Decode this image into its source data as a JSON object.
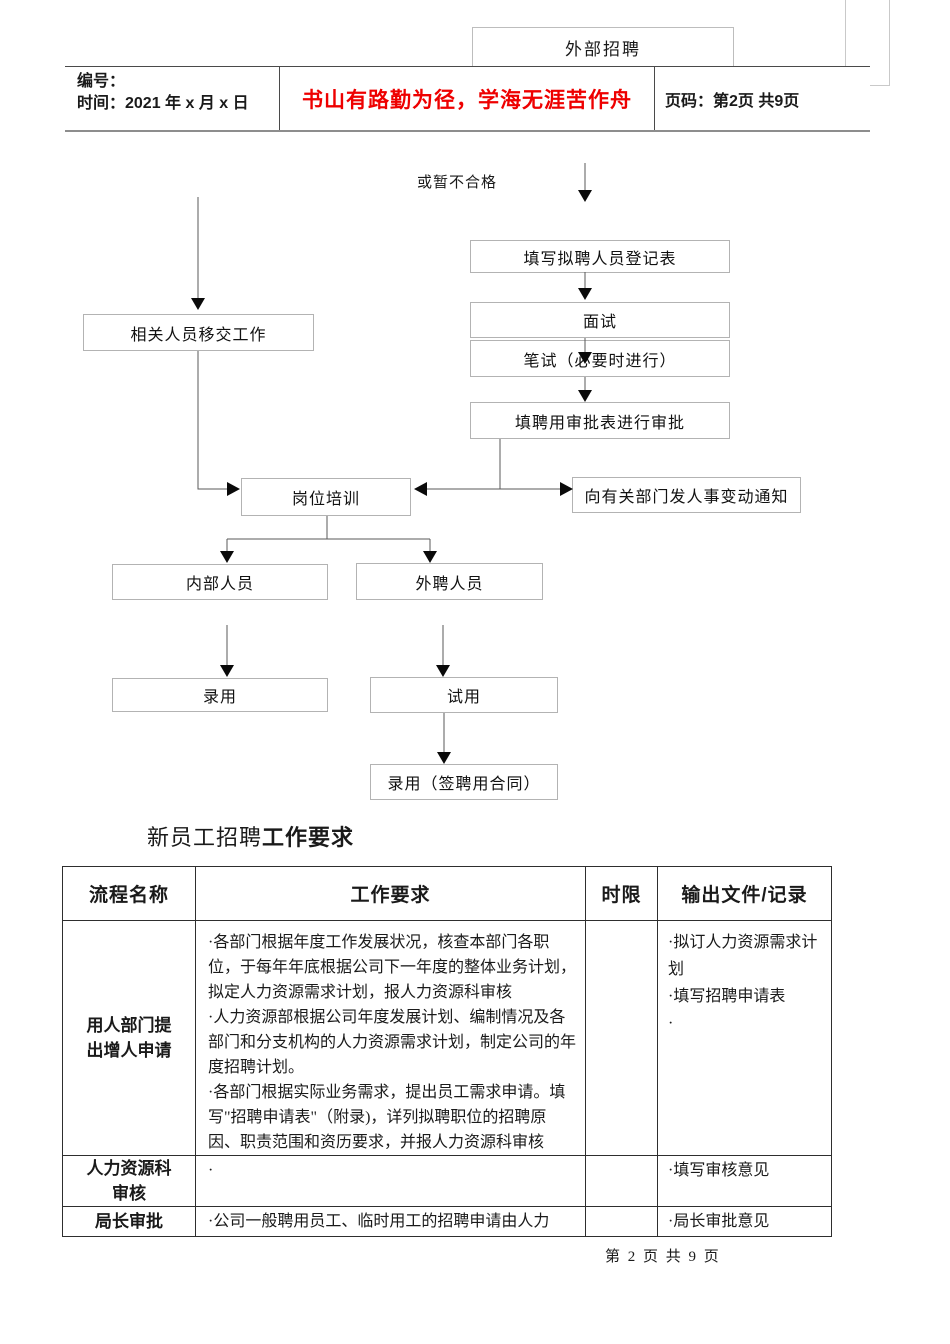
{
  "page": {
    "title_box": "外部招聘",
    "footer": "第 2 页 共 9 页"
  },
  "header": {
    "no_label": "编号：",
    "time_label": "时间：2021 年 x 月 x 日",
    "motto": "书山有路勤为径，学海无涯苦作舟",
    "motto_color": "#ee0000",
    "page_label": "页码：第2页 共9页"
  },
  "flowchart": {
    "note": "或暂不合格",
    "boxes": [
      {
        "id": "fill-candidate-registration-form",
        "label": "填写拟聘人员登记表"
      },
      {
        "id": "interview",
        "label": "面试"
      },
      {
        "id": "written-test",
        "label": "笔试（必要时进行）"
      },
      {
        "id": "employment-approval",
        "label": "填聘用审批表进行审批"
      },
      {
        "id": "handover-work",
        "label": "相关人员移交工作"
      },
      {
        "id": "job-training",
        "label": "岗位培训"
      },
      {
        "id": "notify-departments",
        "label": "向有关部门发人事变动通知"
      },
      {
        "id": "internal-staff",
        "label": "内部人员"
      },
      {
        "id": "external-staff",
        "label": "外聘人员"
      },
      {
        "id": "hire",
        "label": "录用"
      },
      {
        "id": "probation",
        "label": "试用"
      },
      {
        "id": "hire-sign-contract",
        "label": "录用（签聘用合同）"
      }
    ]
  },
  "section": {
    "title_normal": "新员工招聘",
    "title_bold": "工作要求"
  },
  "table": {
    "headers": [
      "流程名称",
      "工作要求",
      "时限",
      "输出文件/记录"
    ],
    "rows": [
      {
        "name": "用人部门提出增人申请",
        "requirements": [
          "·各部门根据年度工作发展状况，核查本部门各职位，于每年年底根据公司下一年度的整体业务计划，拟定人力资源需求计划，报人力资源科审核",
          "·人力资源部根据公司年度发展计划、编制情况及各部门和分支机构的人力资源需求计划，制定公司的年度招聘计划。",
          "·各部门根据实际业务需求，提出员工需求申请。填写\"招聘申请表\"（附录)，详列拟聘职位的招聘原因、职责范围和资历要求，并报人力资源科审核"
        ],
        "time_limit": "",
        "outputs": [
          "·拟订人力资源需求计划",
          "·填写招聘申请表",
          "·"
        ]
      },
      {
        "name": "人力资源科审核",
        "requirements": [
          "·"
        ],
        "time_limit": "",
        "outputs": [
          "·填写审核意见"
        ]
      },
      {
        "name": "局长审批",
        "requirements": [
          "·公司一般聘用员工、临时用工的招聘申请由人力"
        ],
        "time_limit": "",
        "outputs": [
          "·局长审批意见"
        ]
      }
    ]
  }
}
